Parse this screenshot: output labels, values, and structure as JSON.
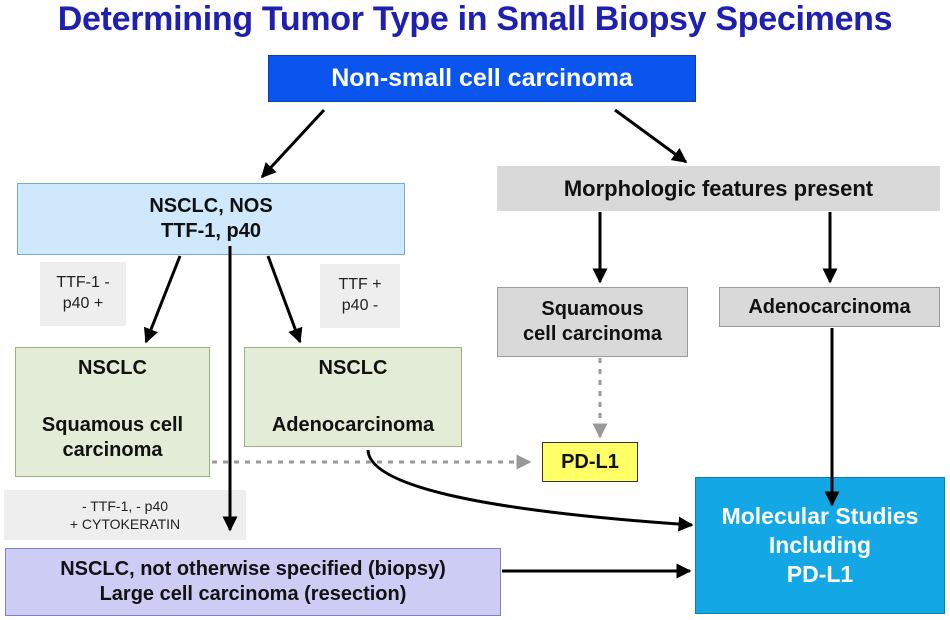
{
  "title": "Determining Tumor Type in Small Biopsy Specimens",
  "colors": {
    "title": "#1f1fb0",
    "top_box": "#0a55ee",
    "nos_box": "#cfe8fb",
    "green_box": "#e3ecd6",
    "gray_box": "#d9d9d9",
    "pdl1_box": "#ffff66",
    "molecular_box": "#13a7e6",
    "purple_box": "#ccccf5"
  },
  "nodes": {
    "top": "Non-small cell carcinoma",
    "nos": {
      "line1": "NSCLC, NOS",
      "line2": "TTF-1, p40"
    },
    "morph": "Morphologic features present",
    "nsclc_squam": {
      "line1": "NSCLC",
      "line2": "Squamous cell",
      "line3": "carcinoma"
    },
    "nsclc_adeno": {
      "line1": "NSCLC",
      "line2": "Adenocarcinoma"
    },
    "squam": {
      "line1": "Squamous",
      "line2": "cell carcinoma"
    },
    "adeno": "Adenocarcinoma",
    "pdl1": "PD-L1",
    "molecular": {
      "line1": "Molecular Studies",
      "line2": "Including",
      "line3": "PD-L1"
    },
    "nos_bottom": {
      "line1": "NSCLC, not otherwise specified (biopsy)",
      "line2": "Large cell carcinoma (resection)"
    }
  },
  "labels": {
    "left": {
      "line1": "TTF-1 -",
      "line2": "p40 +"
    },
    "right": {
      "line1": "TTF +",
      "line2": "p40 -"
    },
    "bottom": {
      "line1": "- TTF-1,  - p40",
      "line2": "+ CYTOKERATIN"
    }
  }
}
